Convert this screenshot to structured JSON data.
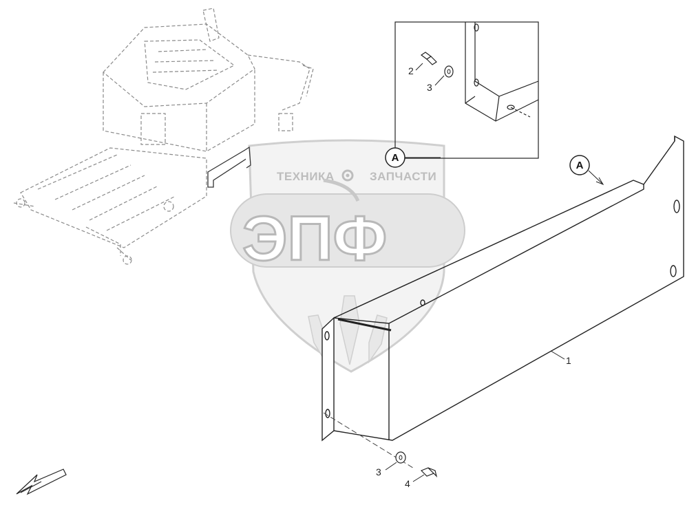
{
  "watermark": {
    "top_left": "ТЕХНИКА",
    "top_right": "ЗАПЧАСТИ",
    "main": "ЭПФ"
  },
  "detail_labels": {
    "inset": "A",
    "main": "A"
  },
  "callouts": {
    "inset_bolt": "2",
    "inset_washer": "3",
    "panel": "1",
    "bottom_washer": "3",
    "bottom_bolt": "4"
  }
}
